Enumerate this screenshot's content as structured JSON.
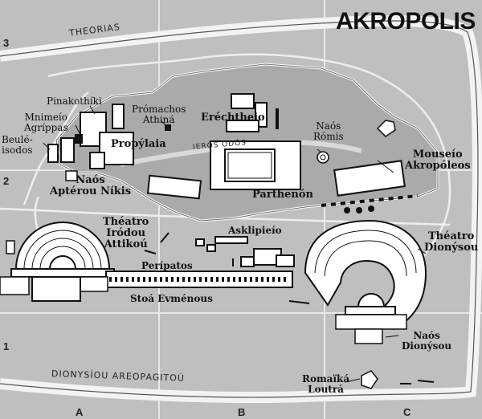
{
  "title": "AKROPOLIS",
  "streets": {
    "theorias": "THEORIAS",
    "areopagitou": "DIONYSÍOU AREOPAGITOÚ",
    "ieros_odos": "IERÓS ODÓS"
  },
  "grid": {
    "rows": [
      "3",
      "2",
      "1"
    ],
    "cols": [
      "A",
      "B",
      "C"
    ]
  },
  "labels": {
    "pinakothiki": "Pinakothíki",
    "mnimeio_agrippas": "Mnimeío\nAgríppas",
    "beule_isodos": "Beulé-\nisodos",
    "promachos": "Prómachos\nAthiná",
    "propylaia": "Propýlaia",
    "erechtheio": "Eréchtheio",
    "naos_romis": "Naós\nRómis",
    "parthenon": "Parthenón",
    "mouseio": "Mouseío\nAkropóleos",
    "naos_nikis": "Naós\nAptérou Níkis",
    "theatro_irodou": "Théatro\nIródou\nAttikoú",
    "asklipieio": "Asklipieío",
    "theatro_dionysou": "Théatro\nDionýsou",
    "peripatos": "Perípatos",
    "stoa": "Stoá Evménous",
    "naos_dionysou": "Naós\nDionýsou",
    "romaika_loutra": "Romaïká\nLoutrá"
  },
  "colors": {
    "ground": "#bfbfbf",
    "plateau": "#aaaaaa",
    "building": "#ffffff",
    "outline": "#111111"
  }
}
